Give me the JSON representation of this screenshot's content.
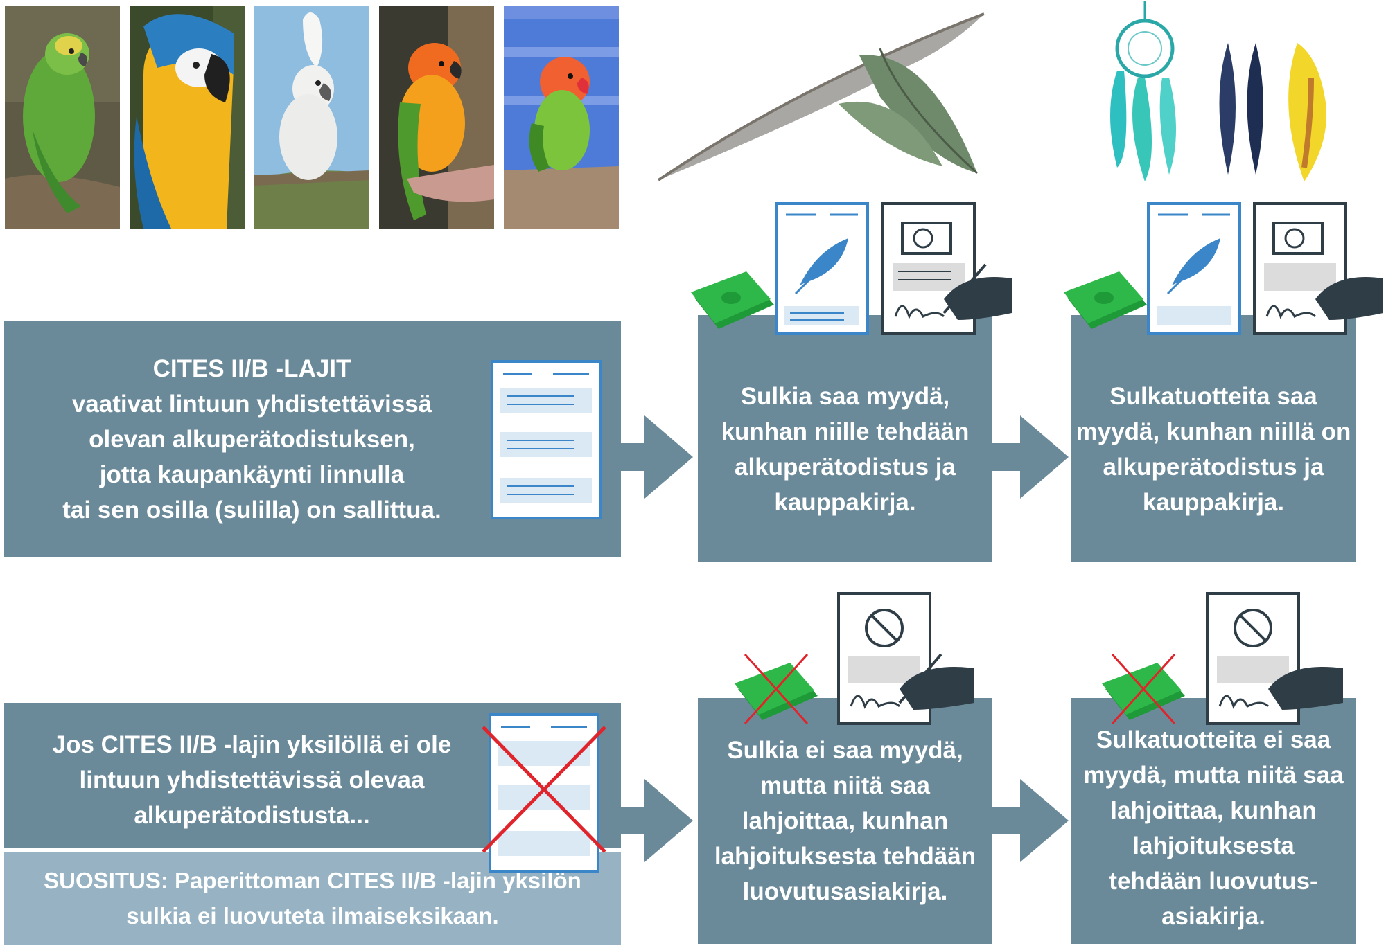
{
  "photos": [
    {
      "name": "amazon-parrot",
      "palette": {
        "bg": "#5e5a46",
        "bird": "#5fa83a",
        "accent": "#e0d24a",
        "perch": "#7d6a52"
      }
    },
    {
      "name": "blue-gold-macaw",
      "palette": {
        "bg": "#3a4a2a",
        "bird": "#f2b51b",
        "accent": "#2b7fc0",
        "perch": "#6c5c40"
      }
    },
    {
      "name": "cockatoo",
      "palette": {
        "bg": "#8fbde0",
        "bird": "#f1f1ef",
        "accent": "#5c5c5c",
        "perch": "#7a6a50"
      }
    },
    {
      "name": "sun-conure",
      "palette": {
        "bg": "#3a3a30",
        "bird": "#f08c1c",
        "accent": "#4e9a2c",
        "perch": "#c99a90"
      }
    },
    {
      "name": "lovebird",
      "palette": {
        "bg": "#4f7bd8",
        "bird": "#7cc43c",
        "accent": "#f06030",
        "perch": "#a48a70"
      }
    }
  ],
  "row1": {
    "left": {
      "title": "CITES II/B -LAJIT",
      "lines": [
        "vaativat lintuun yhdistettävissä",
        "olevan alkuperätodistuksen,",
        "jotta kaupankäynti linnulla",
        "tai sen osilla (sulilla) on sallittua."
      ]
    },
    "middle": [
      "Sulkia saa myydä,",
      "kunhan niille tehdään",
      "alkuperätodistus ja",
      "kauppakirja."
    ],
    "right": [
      "Sulkatuotteita saa",
      "myydä, kunhan niillä on",
      "alkuperätodistus ja",
      "kauppakirja."
    ]
  },
  "row2": {
    "left": [
      "Jos CITES II/B -lajin yksilöllä ei ole",
      "lintuun yhdistettävissä olevaa",
      "alkuperätodistusta..."
    ],
    "recommendation": [
      "SUOSITUS: Paperittoman CITES II/B -lajin yksilön",
      "sulkia ei luovuteta ilmaiseksikaan."
    ],
    "middle": [
      "Sulkia ei saa myydä,",
      "mutta niitä saa",
      "lahjoittaa,  kunhan",
      "lahjoituksesta tehdään",
      "luovutusasiakirja."
    ],
    "right": [
      "Sulkatuotteita ei saa",
      "myydä, mutta niitä saa",
      "lahjoittaa,  kunhan",
      "lahjoituksesta",
      "tehdään luovutus-",
      "asiakirja."
    ]
  },
  "colors": {
    "box": "#6b8a99",
    "box_light": "#97b3c3",
    "arrow": "#6b8a99",
    "doc_blue": "#3a86c8",
    "money": "#2fb84a",
    "cross": "#e0242c",
    "hand": "#2f3d47"
  }
}
